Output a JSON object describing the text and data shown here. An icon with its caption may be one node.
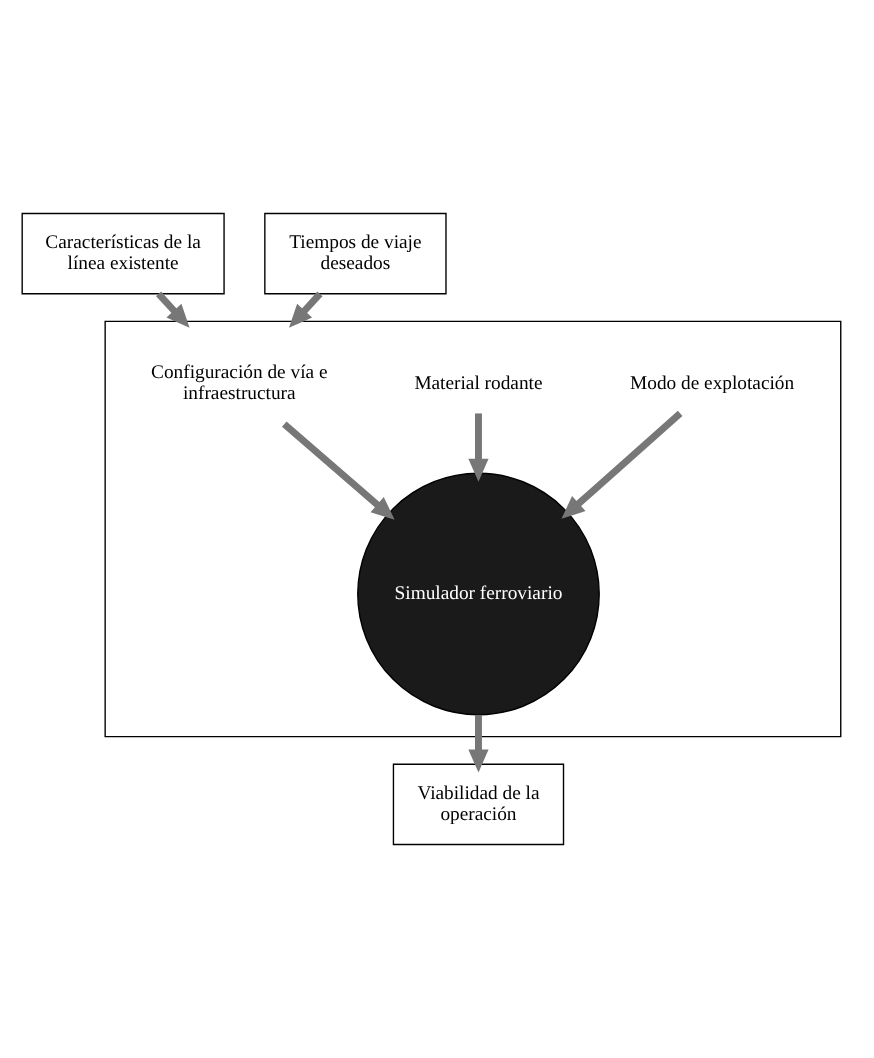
{
  "diagram": {
    "nodes": [
      {
        "text": [
          "Características de la línea existente"
        ]
      },
      {
        "text": [
          "Tiempos de viaje deseados"
        ]
      },
      {
        "text": [],
        "shape": "box"
      },
      {
        "text": [
          "Configuración de vía e infraestructura"
        ],
        "in": 2
      },
      {
        "text": [
          "Material rodante"
        ],
        "in": 2
      },
      {
        "text": [
          "Modo de explotación"
        ],
        "in": 2
      },
      {
        "text": [
          "Simulador ferroviario"
        ],
        "in": 2
      },
      {
        "text": [
          "Viabilidad de la operación"
        ]
      }
    ],
    "edges": [
      {
        "from": 0,
        "to": 2,
        "arrow": "to"
      },
      {
        "from": 1,
        "to": 2,
        "arrow": "to"
      },
      {
        "from": 3,
        "to": 6,
        "arrow": "to"
      },
      {
        "from": 4,
        "to": 6,
        "arrow": "to"
      },
      {
        "from": 5,
        "to": 6,
        "arrow": "to"
      },
      {
        "from": 6,
        "to": 7,
        "arrow": "to"
      }
    ]
  }
}
